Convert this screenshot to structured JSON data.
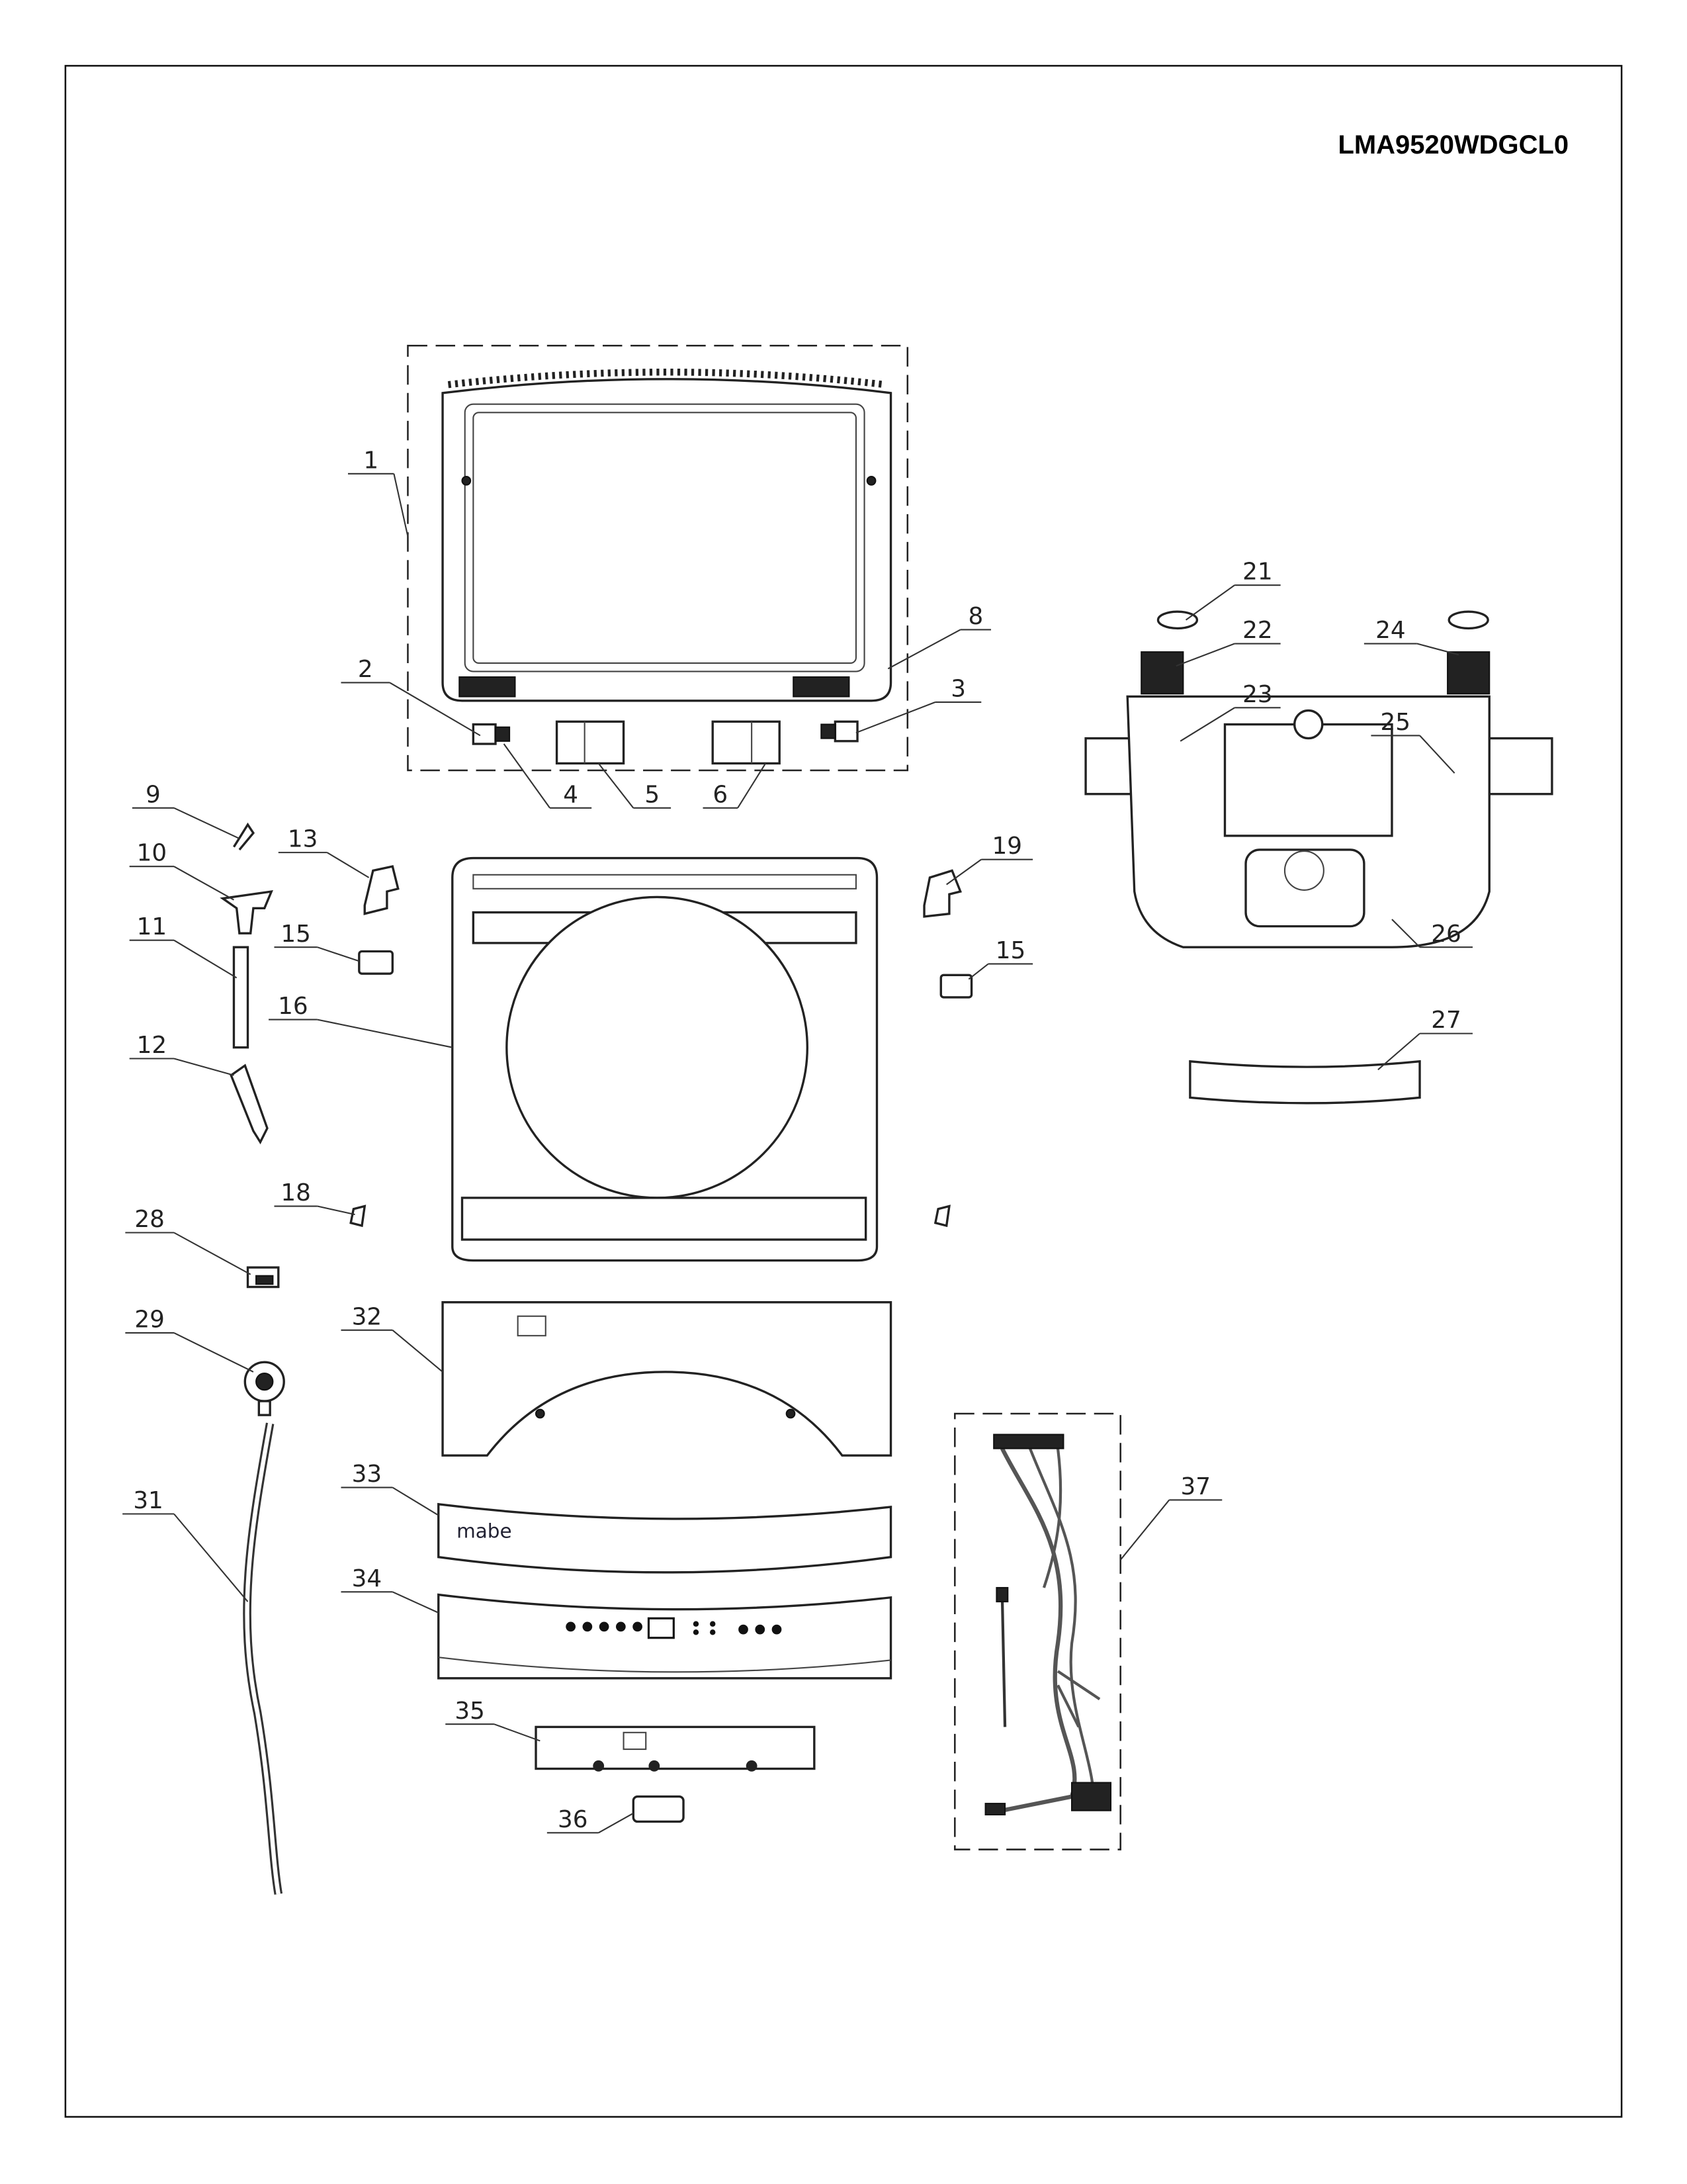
{
  "title": "LMA9520WDGCL0",
  "logo_text": "mabe",
  "callouts": [
    {
      "id": "c1",
      "number": "1"
    },
    {
      "id": "c2",
      "number": "2"
    },
    {
      "id": "c3",
      "number": "3"
    },
    {
      "id": "c4",
      "number": "4"
    },
    {
      "id": "c5",
      "number": "5"
    },
    {
      "id": "c6",
      "number": "6"
    },
    {
      "id": "c8",
      "number": "8"
    },
    {
      "id": "c9",
      "number": "9"
    },
    {
      "id": "c10",
      "number": "10"
    },
    {
      "id": "c11",
      "number": "11"
    },
    {
      "id": "c12",
      "number": "12"
    },
    {
      "id": "c13",
      "number": "13"
    },
    {
      "id": "c15a",
      "number": "15"
    },
    {
      "id": "c15b",
      "number": "15"
    },
    {
      "id": "c16",
      "number": "16"
    },
    {
      "id": "c18",
      "number": "18"
    },
    {
      "id": "c19",
      "number": "19"
    },
    {
      "id": "c21",
      "number": "21"
    },
    {
      "id": "c22",
      "number": "22"
    },
    {
      "id": "c23",
      "number": "23"
    },
    {
      "id": "c24",
      "number": "24"
    },
    {
      "id": "c25",
      "number": "25"
    },
    {
      "id": "c26",
      "number": "26"
    },
    {
      "id": "c27",
      "number": "27"
    },
    {
      "id": "c28",
      "number": "28"
    },
    {
      "id": "c29",
      "number": "29"
    },
    {
      "id": "c31",
      "number": "31"
    },
    {
      "id": "c32",
      "number": "32"
    },
    {
      "id": "c33",
      "number": "33"
    },
    {
      "id": "c34",
      "number": "34"
    },
    {
      "id": "c35",
      "number": "35"
    },
    {
      "id": "c36",
      "number": "36"
    },
    {
      "id": "c37",
      "number": "37"
    }
  ]
}
